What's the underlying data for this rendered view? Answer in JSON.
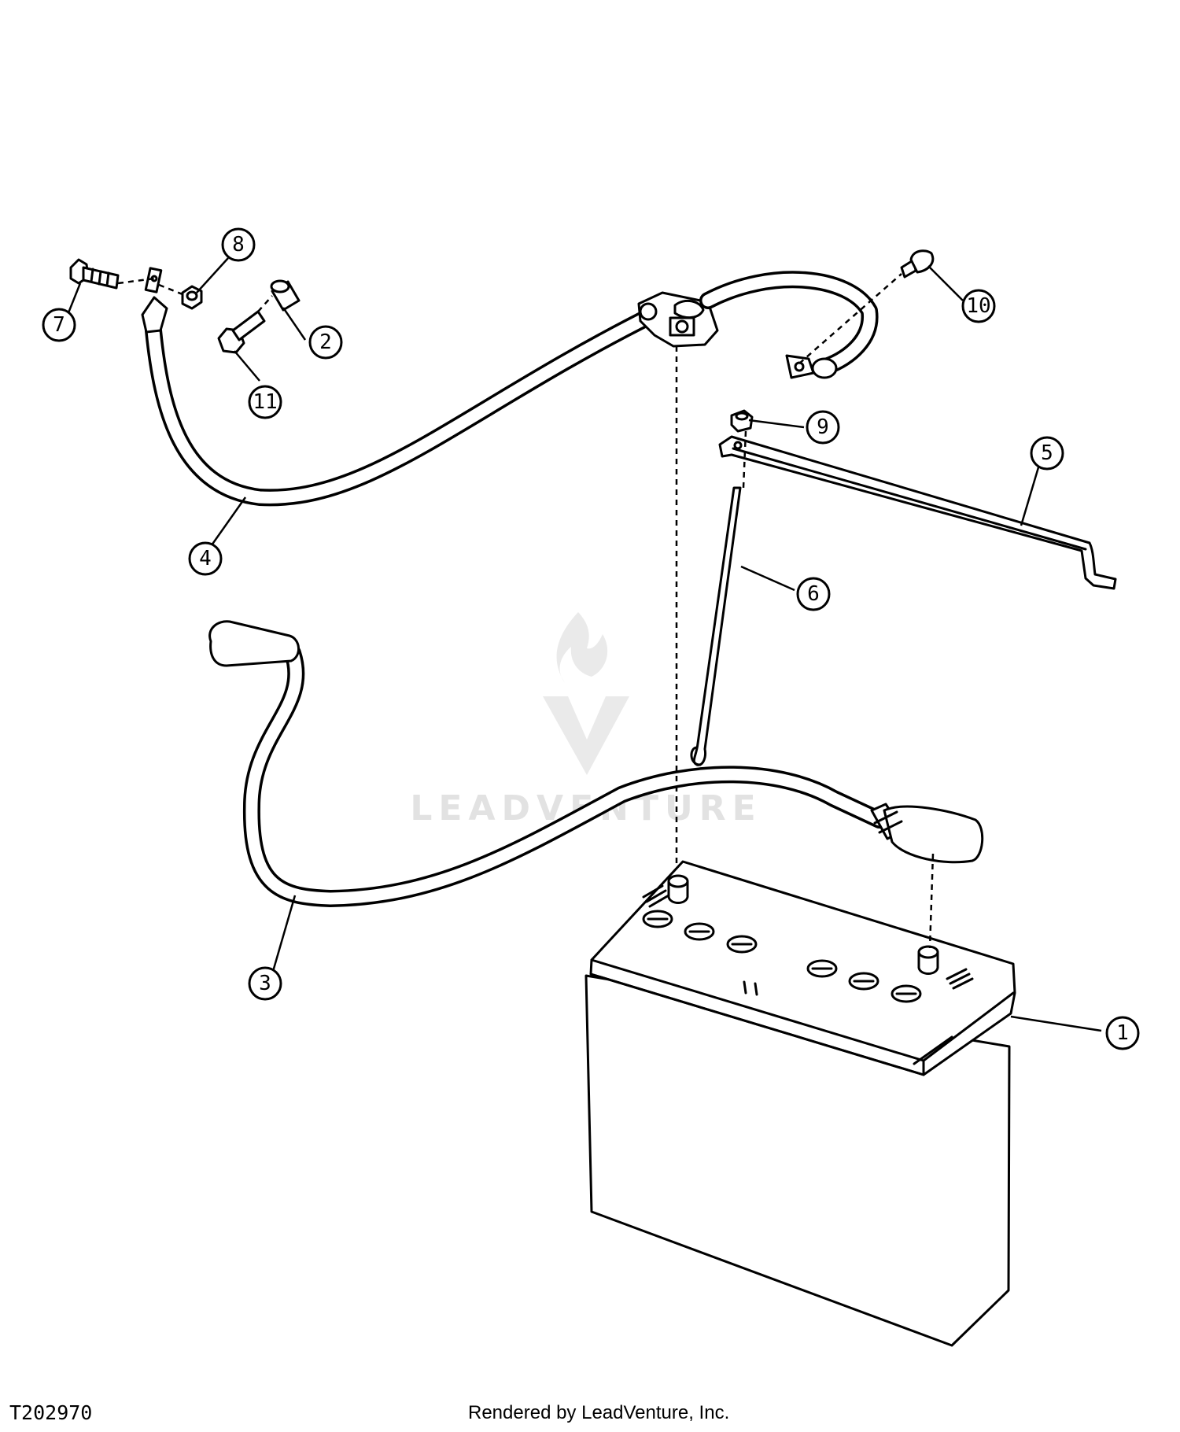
{
  "callouts": [
    {
      "id": "1",
      "label": "1"
    },
    {
      "id": "2",
      "label": "2"
    },
    {
      "id": "3",
      "label": "3"
    },
    {
      "id": "4",
      "label": "4"
    },
    {
      "id": "5",
      "label": "5"
    },
    {
      "id": "6",
      "label": "6"
    },
    {
      "id": "7",
      "label": "7"
    },
    {
      "id": "8",
      "label": "8"
    },
    {
      "id": "9",
      "label": "9"
    },
    {
      "id": "10",
      "label": "10"
    },
    {
      "id": "11",
      "label": "11"
    }
  ],
  "watermark": {
    "text": "LEADVENTURE"
  },
  "footer": {
    "figure_id": "T202970",
    "credit": "Rendered by LeadVenture, Inc."
  }
}
